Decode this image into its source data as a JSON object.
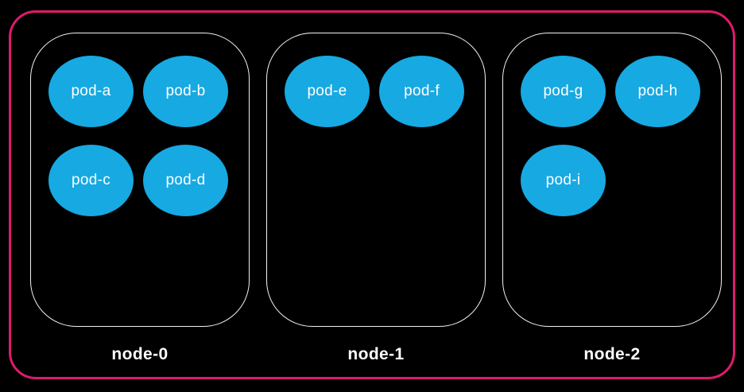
{
  "diagram": {
    "type": "cluster-pod-diagram",
    "colors": {
      "background": "#000000",
      "cluster_border": "#de1b6c",
      "node_border": "#f2f2f2",
      "pod_fill": "#17a9e2",
      "pod_text": "#ffffff",
      "node_label_text": "#ffffff"
    }
  },
  "nodes": [
    {
      "label": "node-0",
      "pods": [
        {
          "label": "pod-a"
        },
        {
          "label": "pod-b"
        },
        {
          "label": "pod-c"
        },
        {
          "label": "pod-d"
        }
      ]
    },
    {
      "label": "node-1",
      "pods": [
        {
          "label": "pod-e"
        },
        {
          "label": "pod-f"
        }
      ]
    },
    {
      "label": "node-2",
      "pods": [
        {
          "label": "pod-g"
        },
        {
          "label": "pod-h"
        },
        {
          "label": "pod-i"
        }
      ]
    }
  ]
}
